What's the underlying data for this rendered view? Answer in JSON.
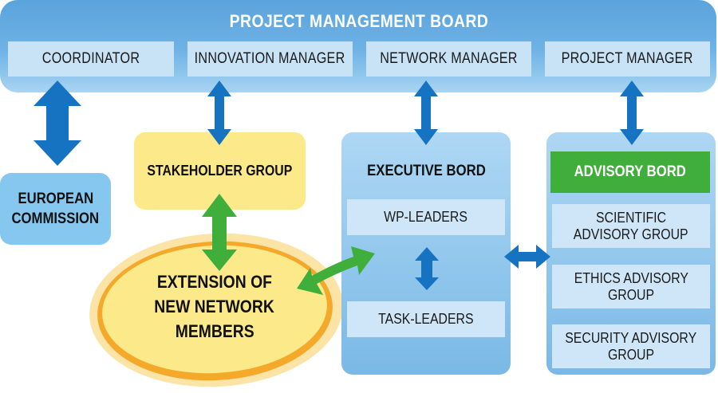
{
  "diagram": {
    "project_management_board": {
      "title": "PROJECT MANAGEMENT BOARD",
      "roles": [
        "COORDINATOR",
        "INNOVATION MANAGER",
        "NETWORK MANAGER",
        "PROJECT MANAGER"
      ]
    },
    "european_commission": {
      "line1": "EUROPEAN",
      "line2": "COMMISSION"
    },
    "stakeholder_group": {
      "label": "STAKEHOLDER GROUP"
    },
    "extension": {
      "line1": "EXTENSION OF",
      "line2": "NEW NETWORK",
      "line3": "MEMBERS"
    },
    "executive_board": {
      "title": "EXECUTIVE BORD",
      "items": [
        "WP-LEADERS",
        "TASK-LEADERS"
      ]
    },
    "advisory_board": {
      "title": "ADVISORY BORD",
      "items": [
        {
          "line1": "SCIENTIFIC",
          "line2": "ADVISORY GROUP"
        },
        {
          "line1": "ETHICS ADVISORY",
          "line2": "GROUP"
        },
        {
          "line1": "SECURITY ADVISORY",
          "line2": "GROUP"
        }
      ]
    },
    "colors": {
      "board_blue": "#5aa3dc",
      "arrow_blue": "#1673c2",
      "arrow_green": "#3fae3a",
      "stakeholder_yellow": "#fbe98a",
      "ellipse_ring_orange": "#f5a92a",
      "ec_blue": "#86c7f0"
    }
  }
}
